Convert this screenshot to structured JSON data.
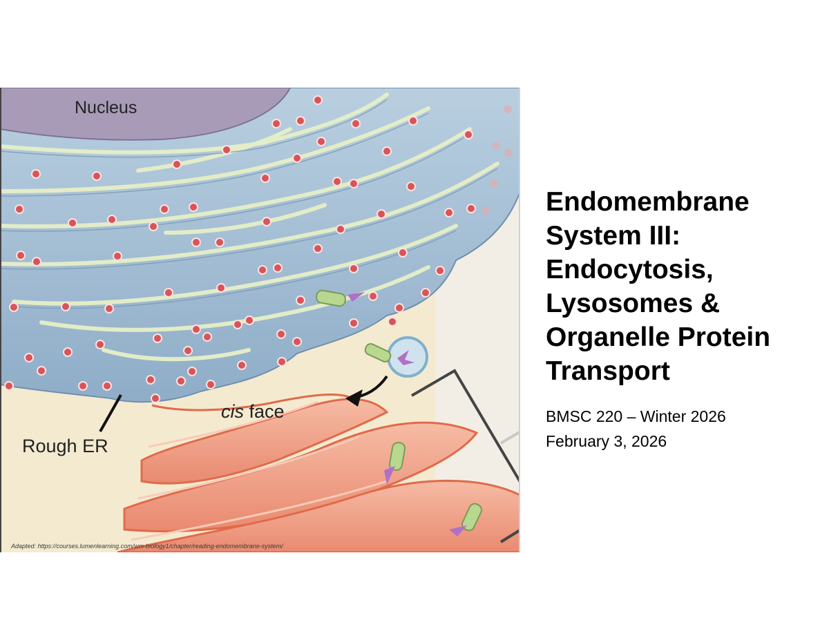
{
  "illustration": {
    "nucleus_label": "Nucleus",
    "rough_er_label": "Rough ER",
    "cis_label_italic": "cis",
    "cis_label_rest": " face",
    "credit": "Adapted: https://courses.lumenlearning.com/wm-biology1/chapter/reading-endomembrane-system/",
    "colors": {
      "cytoplasm": "#f4ead0",
      "nucleus": "#a79bb8",
      "er_lumen": "#a9c2d8",
      "er_membrane": "#e8f0c8",
      "ribosome": "#d9545a",
      "golgi": "#f0a48a",
      "golgi_membrane": "#e06a4a",
      "protein": "#b8d890",
      "carbohydrate": "#b070c8"
    }
  },
  "title_lines": [
    "Endomembrane",
    "System III:",
    "Endocytosis,",
    "Lysosomes &",
    "Organelle Protein",
    "Transport"
  ],
  "course": "BMSC 220 – Winter 2026",
  "date": "February 3, 2026"
}
